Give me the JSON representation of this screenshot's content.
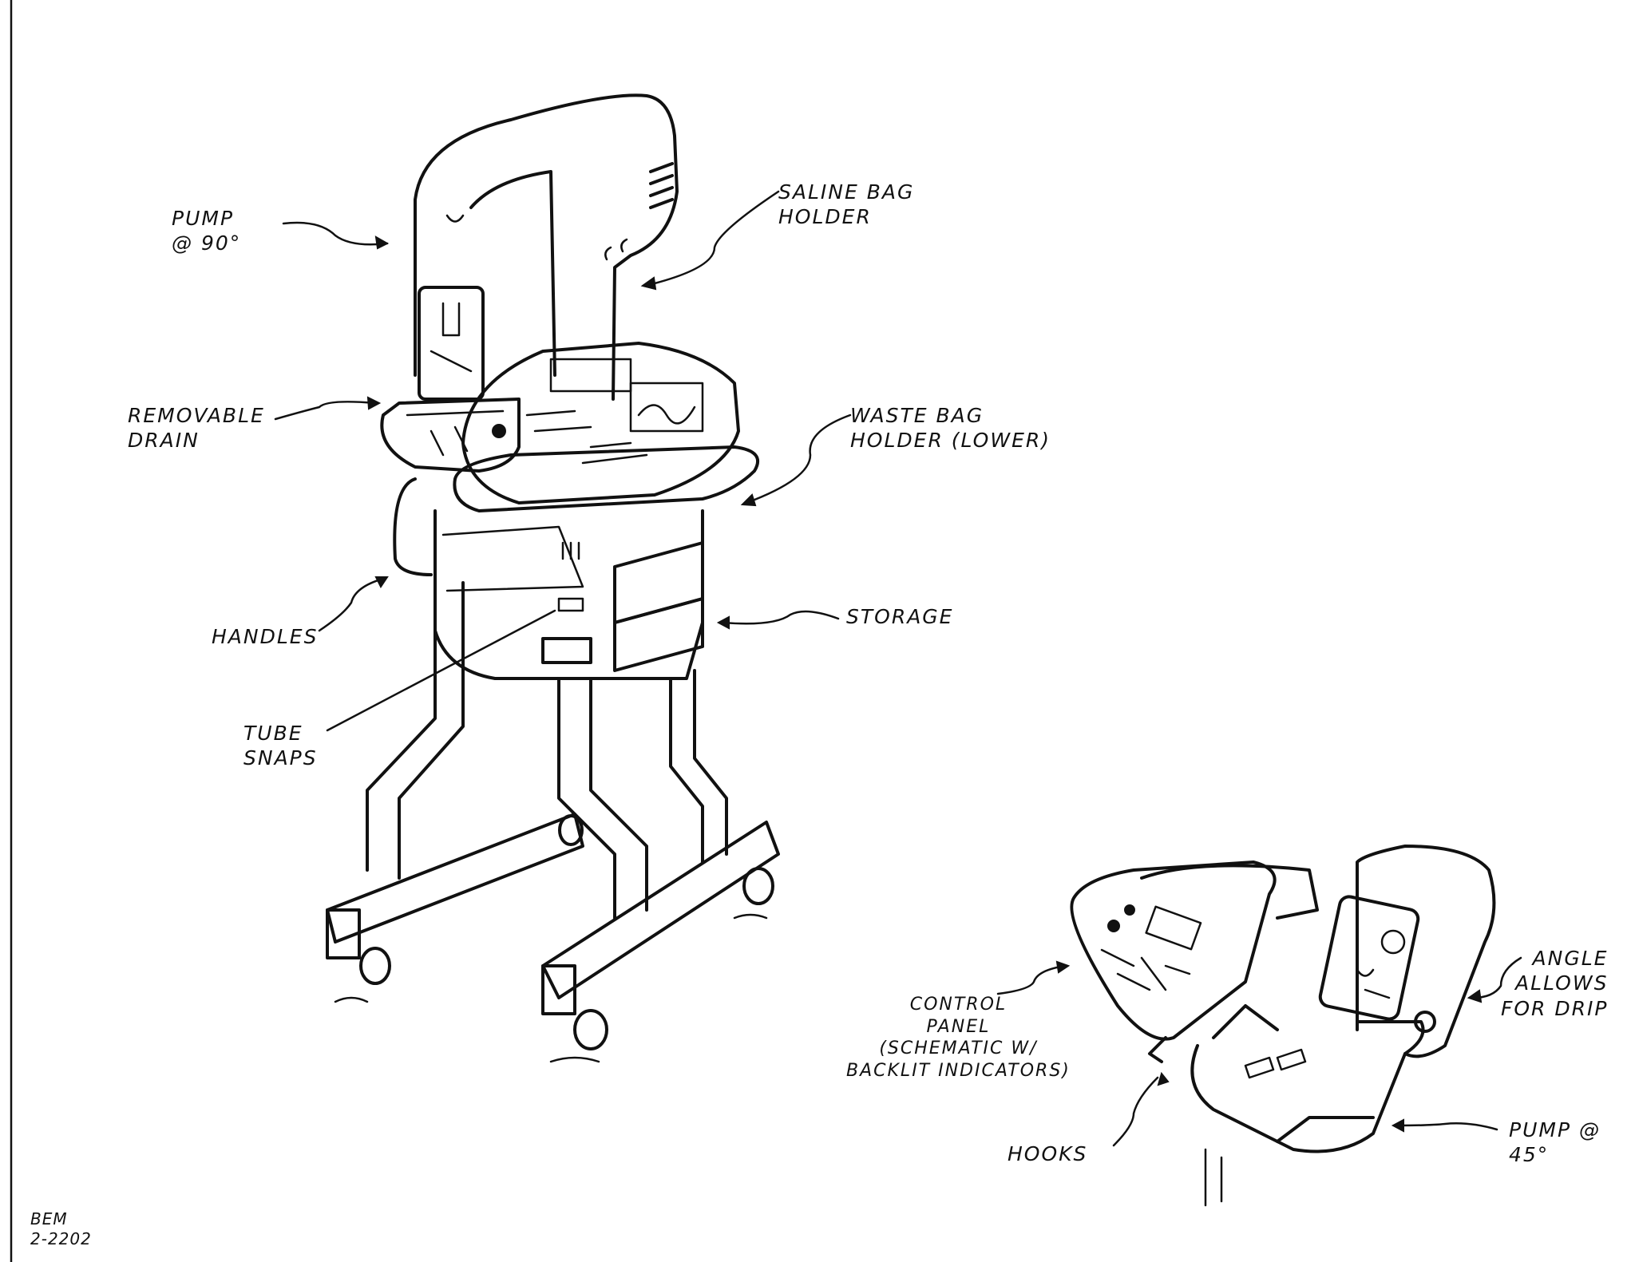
{
  "labels": {
    "pump_90": [
      "PUMP",
      "@ 90°"
    ],
    "saline_bag_holder": [
      "SALINE BAG",
      "HOLDER"
    ],
    "removable_drain": [
      "REMOVABLE",
      "DRAIN"
    ],
    "waste_bag_holder": [
      "WASTE BAG",
      "HOLDER (LOWER)"
    ],
    "storage": [
      "STORAGE"
    ],
    "handles": [
      "HANDLES"
    ],
    "tube_snaps": [
      "TUBE",
      "SNAPS"
    ],
    "control_panel": [
      "CONTROL",
      "PANEL",
      "(SCHEMATIC W/",
      "BACKLIT INDICATORS)"
    ],
    "angle_allows": [
      "ANGLE",
      "ALLOWS",
      "FOR DRIP"
    ],
    "hooks": [
      "HOOKS"
    ],
    "pump_45": [
      "PUMP @",
      "45°"
    ],
    "signature": [
      "BEM",
      "2-2202"
    ]
  }
}
